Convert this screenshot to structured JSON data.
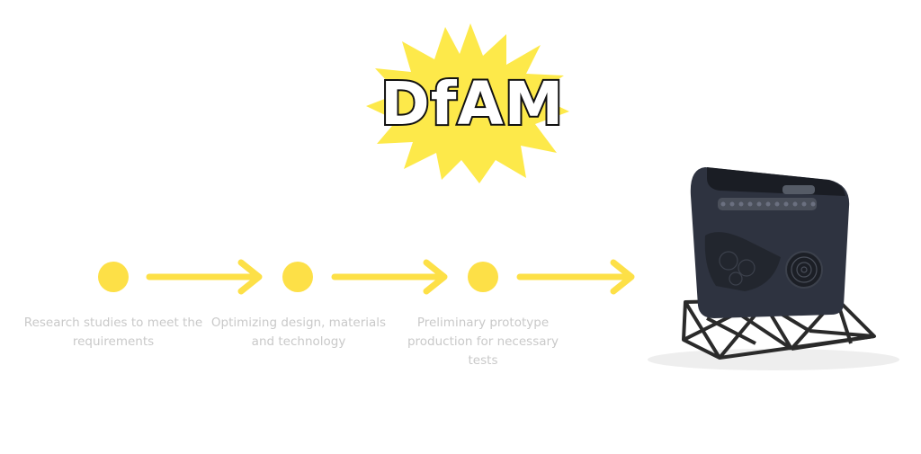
{
  "logo": {
    "text": "DfAM",
    "burst_color": "#fde94a"
  },
  "accent_color": "#fde047",
  "label_color": "#c9c9c9",
  "steps": [
    {
      "label": "Research studies to meet the requirements"
    },
    {
      "label": "Optimizing design, materials and technology"
    },
    {
      "label": "Preliminary prototype production for necessary tests"
    }
  ],
  "product": {
    "icon": "car-door-panel-on-lattice-stand"
  }
}
